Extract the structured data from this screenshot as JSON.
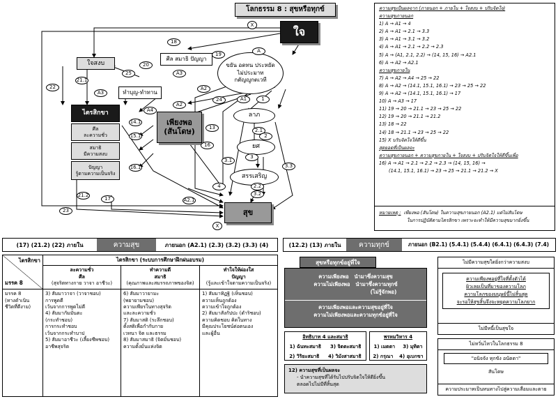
{
  "title": "โลกธรรม 8 : สุขหรือทุกข์",
  "diagram": {
    "mind": "ใจ",
    "calm": "ใจสงบ",
    "sila": "ศีล สมาธิ ปัญญา",
    "merit": "ทำบุญ-ทำทาน",
    "qualities": [
      "ขยัน อดทน ประหยัด",
      "ไม่ประมาท",
      "กตัญญูกตเวที"
    ],
    "education": "ไตรสิกขา",
    "sila_box": [
      "ศีล",
      "ละความชั่ว"
    ],
    "samadhi_box": [
      "สมาธิ",
      "มีความสงบ"
    ],
    "panya_box": [
      "ปัญญา",
      "รู้ตามความเป็นจริง"
    ],
    "sufficient": [
      "เพียงพอ",
      "(สันโดษ)"
    ],
    "gain": "ลาภ",
    "rank": "ยศ",
    "praise": "สรรเสริญ",
    "happy": "สุข",
    "cross": "X",
    "labels": [
      "18",
      "19",
      "20",
      "A3",
      "A",
      "21.1",
      "22",
      "25",
      "A3",
      "A2",
      "24",
      "A4",
      "14.1",
      "15.1",
      "16.1",
      "A2",
      "1",
      "A1",
      "13",
      "2.1",
      "2",
      "16",
      "3.1",
      "3",
      "3.3",
      "4",
      "3.2",
      "2.2",
      "17",
      "21.2",
      "23",
      "A2.1",
      "X"
    ]
  },
  "legend": {
    "h1": "ความสุขเป็นผลจาก (ภายนอก + ภายใน + ใจสงบ + ปริบจิตใจ)",
    "h2": "ความสุขภายนอก",
    "outer": [
      "1)  A → A1 → 4",
      "2)  A → A1 → 2.1 → 3.3",
      "3)  A → A1 → 3.1 → 3.2",
      "4)  A → A1 → 2.1 → 2.2 → 2.3",
      "5)  A → (A1, 2.1, 2.2) → (14, 15, 16) → A2.1",
      "6)  A → A2 → A2.1"
    ],
    "h3": "ความสุขภายใน",
    "inner": [
      "7)  A → A2 → A4 → 25 → 22",
      "8)  A → A2 → (14.1, 15.1, 16.1) → 23 → 25 → 22",
      "9)  A → A2 → (14.1, 15.1, 16.1) → 17",
      "10)  A → A3 → 17",
      "11)  19 → 20 → 21.1 → 23 → 25 → 22",
      "12)  19 → 20 → 21.1 → 21.2",
      "13)  18 → 22",
      "14)  18 → 21.1 → 23 → 25 → 22",
      "15)  X บริบจิตใจให้ดีขึ้น"
    ],
    "h4": "สุดยอดที่เป็นผลจะ",
    "h5": "ความสุขภายนอก + ความสุขภายใน + ใจสงบ + ปริบจิตใจให้ดีขึ้นเพื่อ",
    "path1": "16)  A → A1 → 2.1 → 2.2 → 2.3 → (14, 15, 16) →",
    "path2": "(14.1, 15.1, 16.1) → 23 → 25 → 21.1 → 21.2 → X"
  },
  "note": {
    "label": "หมายเหตุ :",
    "line1": "เพียงพอ (สันโดษ) ในความสุขภายนอก (A2.1) แต่ไม่สันโดษ",
    "line2": "ในการปฏิบัติตามไตรสิกขา เพราะจะทำให้มีความสุขมากยิ่งขึ้น"
  },
  "left_bar": {
    "left": "(17) (21.2) (22) ภายใน",
    "mid": "ความสุข",
    "right": "ภายนอก (A2.1) (2.3) (3.2) (3.3) (4)"
  },
  "right_bar": {
    "left": "(12.2) (13) ภายใน",
    "mid": "ความทุกข์",
    "right": "ภายนอก (B2.1) (5.4.1)  (5.4.4) (6.4.1) (6.4.3) (7.4)"
  },
  "table": {
    "corner_top": "ไตรสิกขา",
    "corner_bottom": "มรรค 8",
    "header": "ไตรสิกขา (ระบบการศึกษาฝึกฝนอบรม)",
    "cols": [
      {
        "t1": "ละความชั่ว",
        "t2": "ศีล",
        "t3": "(สุจริตทางกาย วาจา อาชีวะ)"
      },
      {
        "t1": "ทำความดี",
        "t2": "สมาธิ",
        "t3": "(คุณภาพและสมรรถภาพของจิต)"
      },
      {
        "t1": "ทำใจให้ผ่องใส",
        "t2": "ปัญญา",
        "t3": "(รู้และเข้าใจตามความเป็นจริง)"
      }
    ],
    "row_label": [
      "มรรค 8",
      "(ทางดำเนิน",
      "ชีวิตที่ดีงาม)"
    ],
    "c1": [
      "3) สัมมาวาจา (วาจาชอบ)",
      "    การพูดดี",
      "    เว้นจากการพูดไม่ดี",
      "4) สัมมากัมมันตะ",
      "    (กระทำชอบ)",
      "    การกระทำชอบ",
      "    เว้นจากกระทำบาป",
      "5) สัมมาอาชีวะ (เลี้ยงชีพชอบ)",
      "    อาชีพสุจริต"
    ],
    "c2": [
      "6) สัมมาวายามะ",
      "    (พยายามชอบ)",
      "    ความเพียรในทางสุจริต",
      "    และละความชั่ว",
      "7) สัมมาสติ  (ระลึกชอบ)",
      "    ตั้งสติเพื่อกำกับกาย",
      "    เวทนา จิต และธรรม",
      "8) สัมมาสมาธิ (จิตมั่นชอบ)",
      "    ความตั้งมั่นแห่งจิต"
    ],
    "c3": [
      "1) สัมมาทิฏฐิ (เห็นชอบ)",
      "    ความเห็นถูกต้อง",
      "    ความเข้าใจถูกต้อง",
      "2) สัมมาสังกัปปะ (ดำริชอบ)",
      "    ความคิดชอบ คิดในทาง",
      "    มีคุณประโยชน์ต่อตนเอง",
      "    และผู้อื่น"
    ]
  },
  "suffering": {
    "title": "สุขหรือทุกข์อยู่ที่ใจ",
    "l1a": "ความเพียงพอ",
    "l1b": "นำมาซึ่งความสุข",
    "l2a": "ความไม่เพียงพอ",
    "l2b": "นำมาซึ่งความทุกข์",
    "l3": "(ไม่รู้จักพอ)",
    "l4": "ความเพียงพอและความสุขอยู่ที่ใจ",
    "l5": "ความไม่เพียงพอและความทุกข์อยู่ที่ใจ"
  },
  "iddhi": {
    "title": "อิทธิบาท 4 และสมาธิ",
    "items": [
      "1) ฉันทะสมาธิ",
      "3) จิตตะสมาธิ",
      "2) วิริยะสมาธิ",
      "4) วิมังสาสมาธิ"
    ]
  },
  "brahma": {
    "title": "พรหมวิหาร 4",
    "items": [
      "1) เมตตา",
      "3) มุทิตา",
      "2) กรุณา",
      "4) อุเบกขา"
    ]
  },
  "item12": {
    "t": "12)  ความสุขที่เป็นผลจะ",
    "b1": "-  นำความสุขที่ได้รับไปปรับจิตใจให้ดียิ่งขึ้น",
    "b2": "   ตลอดไปไม่มีที่สิ้นสุด"
  },
  "right1": {
    "top": "ไม่มีความสุขใดยิ่งกว่าความสงบ",
    "p1": "ความเพียงพอยู่ที่ใจที่ตั้งตัวได้",
    "p2": "ผิวเลยเป็นที่มาของความโลภ",
    "p3": "ความโลภของมนุษย์นี้ไม่สิ้นสุด",
    "p4": "จะรอให้สุขสิ้นจึงจะหยุดความโลภยาก",
    "bottom": "ไม่มีหนี้เป็นสุขใจ"
  },
  "right2": {
    "top": "ไม่หวั่นไหวในโลกธรรม 8",
    "mid": "\"อนิจจัง ทุกขัง อนัตตา\"",
    "mid2": "สันโดษ",
    "bottom": "ความประมาทเป็นหนทางไปสู่ความเสื่อมและตาย"
  }
}
